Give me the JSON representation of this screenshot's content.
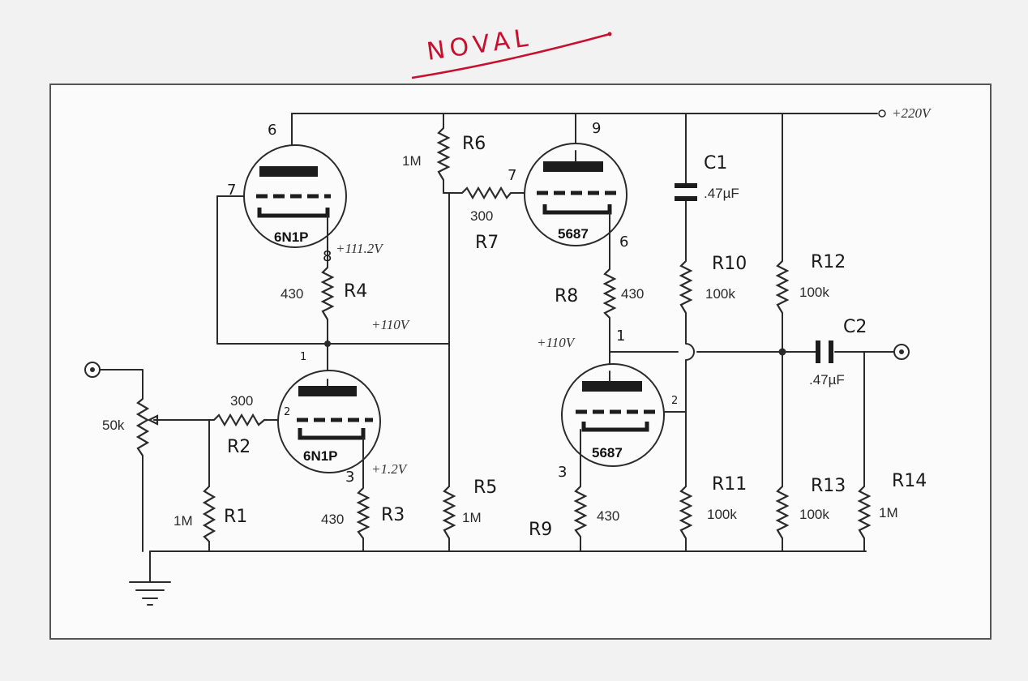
{
  "title_note": "NOVAL",
  "colors": {
    "ink": "#2b2b2b",
    "paper": "#fbfbfb",
    "background": "#f2f2f2",
    "red_ink": "#c8102e"
  },
  "supply_label": "+220V",
  "tubes": {
    "v1_upper": "6N1P",
    "v1_lower": "6N1P",
    "v2_upper": "5687",
    "v2_lower": "5687"
  },
  "voltages": {
    "v1u_cathode": "+111.2V",
    "v1_mid": "+110V",
    "v1l_cathode": "+1.2V",
    "v2_mid": "+110V"
  },
  "pins": {
    "v1u_plate": "6",
    "v1u_grid": "7",
    "v1u_cathode": "8",
    "v1l_plate": "1",
    "v1l_grid": "2",
    "v1l_cathode": "3",
    "v2u_plate": "9",
    "v2u_grid": "7",
    "v2u_cathode": "6",
    "v2l_plate": "1",
    "v2l_grid": "2",
    "v2l_cathode": "3"
  },
  "components": {
    "pot": {
      "value": "50k"
    },
    "R1": {
      "name": "R1",
      "value": "1M"
    },
    "R2": {
      "name": "R2",
      "value": "300"
    },
    "R3": {
      "name": "R3",
      "value": "430"
    },
    "R4": {
      "name": "R4",
      "value": "430"
    },
    "R5": {
      "name": "R5",
      "value": "1M"
    },
    "R6": {
      "name": "R6",
      "value": "1M"
    },
    "R7": {
      "name": "R7",
      "value": "300"
    },
    "R8": {
      "name": "R8",
      "value": "430"
    },
    "R9": {
      "name": "R9",
      "value": "430"
    },
    "R10": {
      "name": "R10",
      "value": "100k"
    },
    "R11": {
      "name": "R11",
      "value": "100k"
    },
    "R12": {
      "name": "R12",
      "value": "100k"
    },
    "R13": {
      "name": "R13",
      "value": "100k"
    },
    "R14": {
      "name": "R14",
      "value": "1M"
    },
    "C1": {
      "name": "C1",
      "value": ".47µF"
    },
    "C2": {
      "name": "C2",
      "value": ".47µF"
    }
  }
}
